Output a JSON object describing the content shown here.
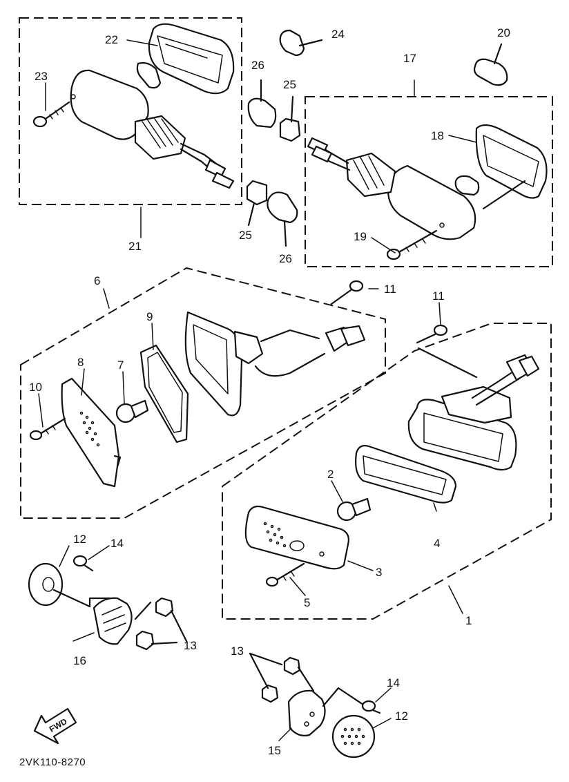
{
  "diagram": {
    "code": "2VK110-8270",
    "direction_label": "FWD",
    "callouts": {
      "c1": "1",
      "c2": "2",
      "c3": "3",
      "c4": "4",
      "c5": "5",
      "c6": "6",
      "c7": "7",
      "c8": "8",
      "c9": "9",
      "c10": "10",
      "c11a": "11",
      "c11b": "11",
      "c12a": "12",
      "c12b": "12",
      "c13a": "13",
      "c13b": "13",
      "c14a": "14",
      "c14b": "14",
      "c15": "15",
      "c16": "16",
      "c17": "17",
      "c18": "18",
      "c19": "19",
      "c20": "20",
      "c21": "21",
      "c22": "22",
      "c23": "23",
      "c24": "24",
      "c25a": "25",
      "c25b": "25",
      "c26a": "26",
      "c26b": "26"
    }
  }
}
